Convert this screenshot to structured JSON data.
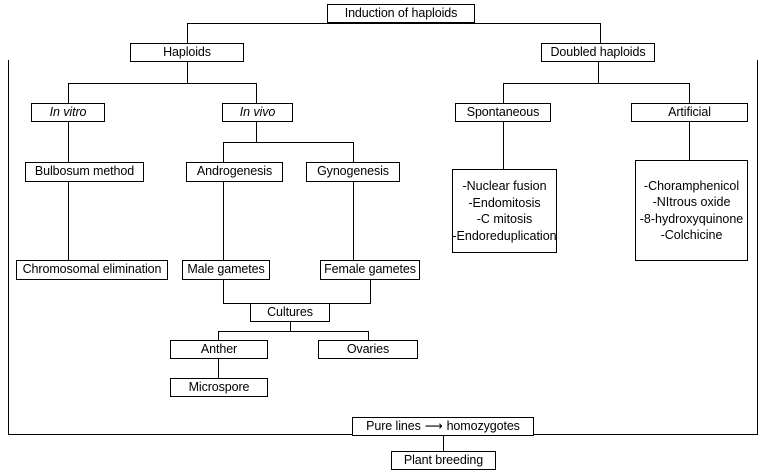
{
  "diagram": {
    "title": "Induction of haploids",
    "nodes": {
      "root": "Induction of haploids",
      "haploids": "Haploids",
      "doubled_haploids": "Doubled haploids",
      "in_vitro": "In vitro",
      "in_vivo": "In vivo",
      "spontaneous": "Spontaneous",
      "artificial": "Artificial",
      "bulbosum_method": "Bulbosum method",
      "androgenesis": "Androgenesis",
      "gynogenesis": "Gynogenesis",
      "chromosomal_elimination": "Chromosomal elimination",
      "male_gametes": "Male gametes",
      "female_gametes": "Female gametes",
      "cultures": "Cultures",
      "anther": "Anther",
      "ovaries": "Ovaries",
      "microspore": "Microspore",
      "pure_lines_prefix": "Pure lines",
      "pure_lines_arrow": "⟶",
      "pure_lines_suffix": "homozygotes",
      "plant_breeding": "Plant breeding"
    },
    "spontaneous_methods": [
      "-Nuclear fusion",
      "-Endomitosis",
      "-C mitosis",
      "-Endoreduplication"
    ],
    "artificial_methods": [
      "-Choramphenicol",
      "-NItrous oxide",
      "-8-hydroxyquinone",
      "-Colchicine"
    ],
    "colors": {
      "line": "#000000",
      "box_fill": "#ffffff",
      "text": "#000000"
    }
  }
}
